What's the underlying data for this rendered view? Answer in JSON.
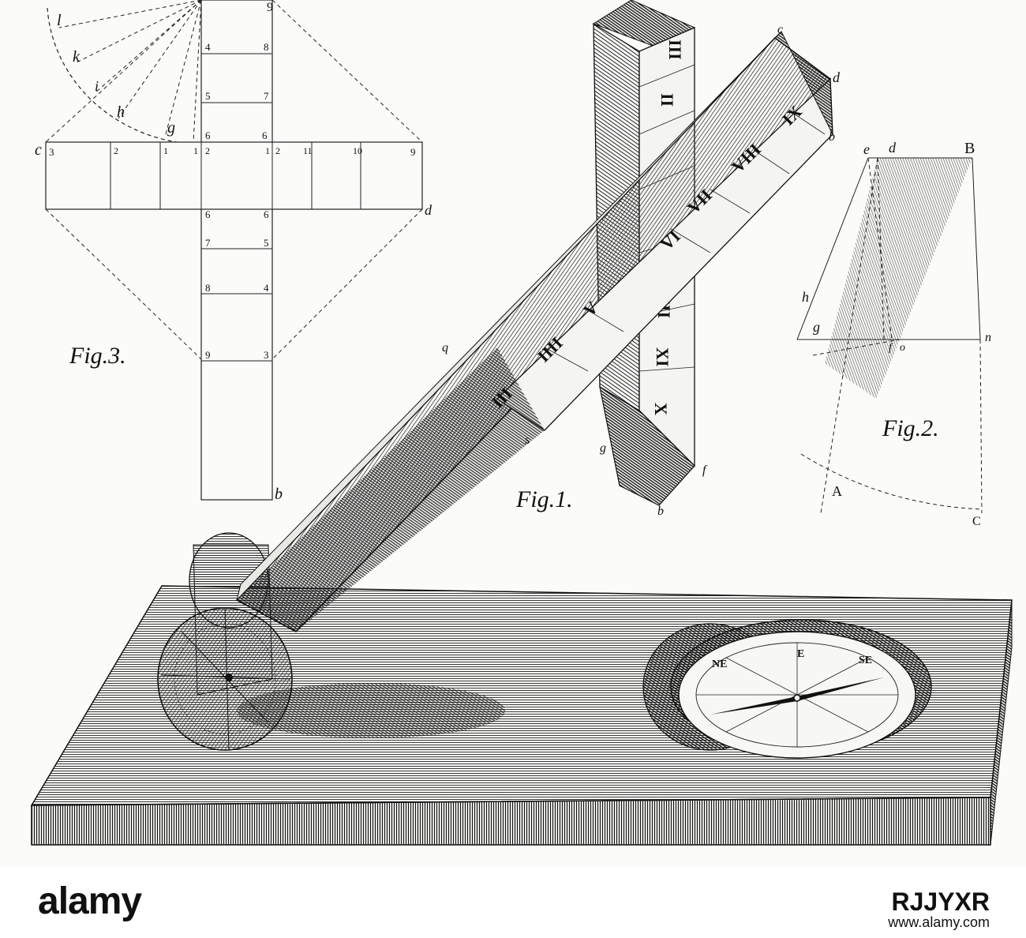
{
  "figure_captions": {
    "fig1": "Fig.1.",
    "fig2": "Fig.2.",
    "fig3": "Fig.3."
  },
  "fig3": {
    "top_labels": [
      "l",
      "k",
      "i",
      "h",
      "g"
    ],
    "arm_left_numbers": [
      "3",
      "2",
      "1",
      "1"
    ],
    "arm_right_numbers": [
      "2",
      "11",
      "10",
      "9"
    ],
    "center_numbers": [
      "6",
      "6",
      "2",
      "1"
    ],
    "column_left": [
      "4",
      "5",
      "6",
      "7",
      "8",
      "9"
    ],
    "column_right": [
      "8",
      "7",
      "6",
      "5",
      "4",
      "3"
    ],
    "top_right_number": "9",
    "corner_letters": {
      "c": "c",
      "d": "d",
      "b": "b"
    }
  },
  "fig1": {
    "arm_numerals": [
      "IX",
      "VIII",
      "VII",
      "VI",
      "V",
      "IIII",
      "III"
    ],
    "post_numerals": [
      "III",
      "II",
      "I",
      "XII",
      "XI",
      "X"
    ],
    "point_letters": {
      "c": "c",
      "d": "d",
      "b": "b",
      "f": "f",
      "g": "g",
      "b2": "b",
      "q": "q",
      "s": "s"
    },
    "compass_labels": [
      "NE",
      "E",
      "SE"
    ]
  },
  "fig2": {
    "letters": {
      "e": "e",
      "d": "d",
      "B": "B",
      "h": "h",
      "g": "g",
      "f": "f",
      "o": "o",
      "n": "n",
      "A": "A",
      "C": "C"
    }
  },
  "footer": {
    "wordmark": "alamy",
    "stock_code": "RJJYXR",
    "url": "www.alamy.com"
  }
}
